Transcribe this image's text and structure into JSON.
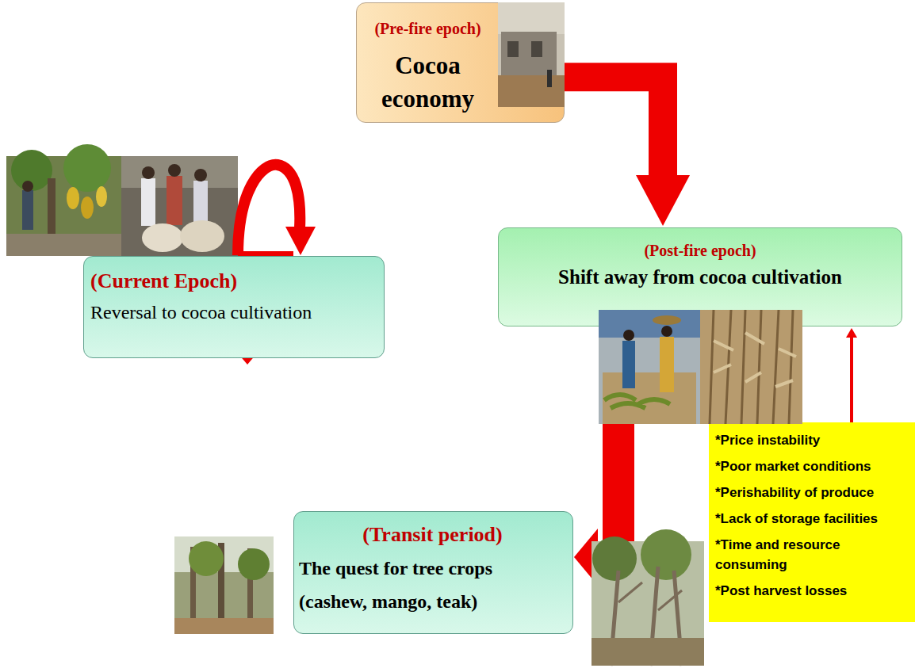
{
  "diagram": {
    "nodes": [
      {
        "text": [
          "(Pre-fire epoch)",
          "Cocoa economy"
        ]
      },
      {
        "text": [
          "(Post-fire epoch)",
          "Shift away from cocoa cultivation"
        ]
      },
      {
        "text": [
          "*Price instability",
          "*Poor market conditions",
          "*Perishability of produce",
          "*Lack of storage facilities",
          "*Time and resource consuming",
          "*Post harvest losses"
        ]
      },
      {
        "text": [
          "(Transit period)",
          "The quest for tree crops",
          "(cashew, mango, teak)"
        ]
      },
      {
        "text": [
          "(Current Epoch)",
          "Reversal to cocoa cultivation"
        ]
      }
    ],
    "edges": [
      {
        "from": 0,
        "to": 1,
        "arrow": "to"
      },
      {
        "from": 1,
        "to": 3,
        "arrow": "to"
      },
      {
        "from": 3,
        "to": 4,
        "arrow": "to"
      },
      {
        "from": 2,
        "to": 1,
        "arrow": "to"
      }
    ]
  }
}
